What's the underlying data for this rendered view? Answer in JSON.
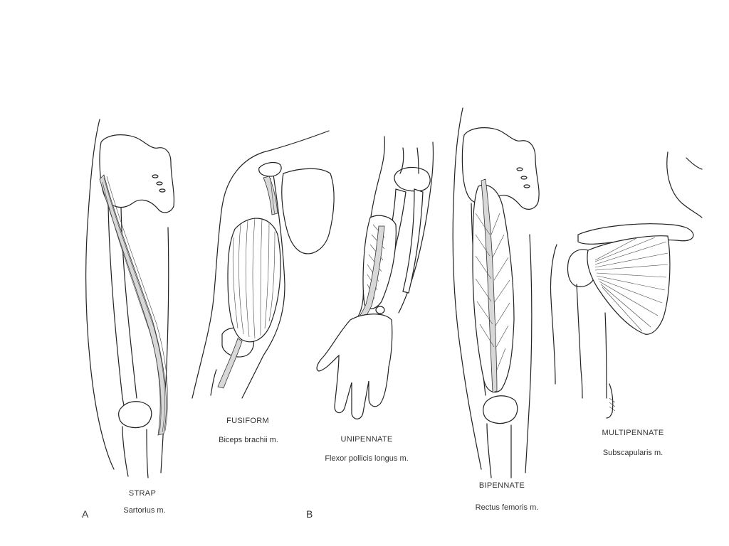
{
  "panels": {
    "a": "A",
    "b": "B"
  },
  "figures": [
    {
      "type": "STRAP",
      "muscle": "Sartorius m."
    },
    {
      "type": "FUSIFORM",
      "muscle": "Biceps brachii m."
    },
    {
      "type": "UNIPENNATE",
      "muscle": "Flexor pollicis longus m."
    },
    {
      "type": "BIPENNATE",
      "muscle": "Rectus femoris m."
    },
    {
      "type": "MULTIPENNATE",
      "muscle": "Subscapularis m."
    }
  ]
}
